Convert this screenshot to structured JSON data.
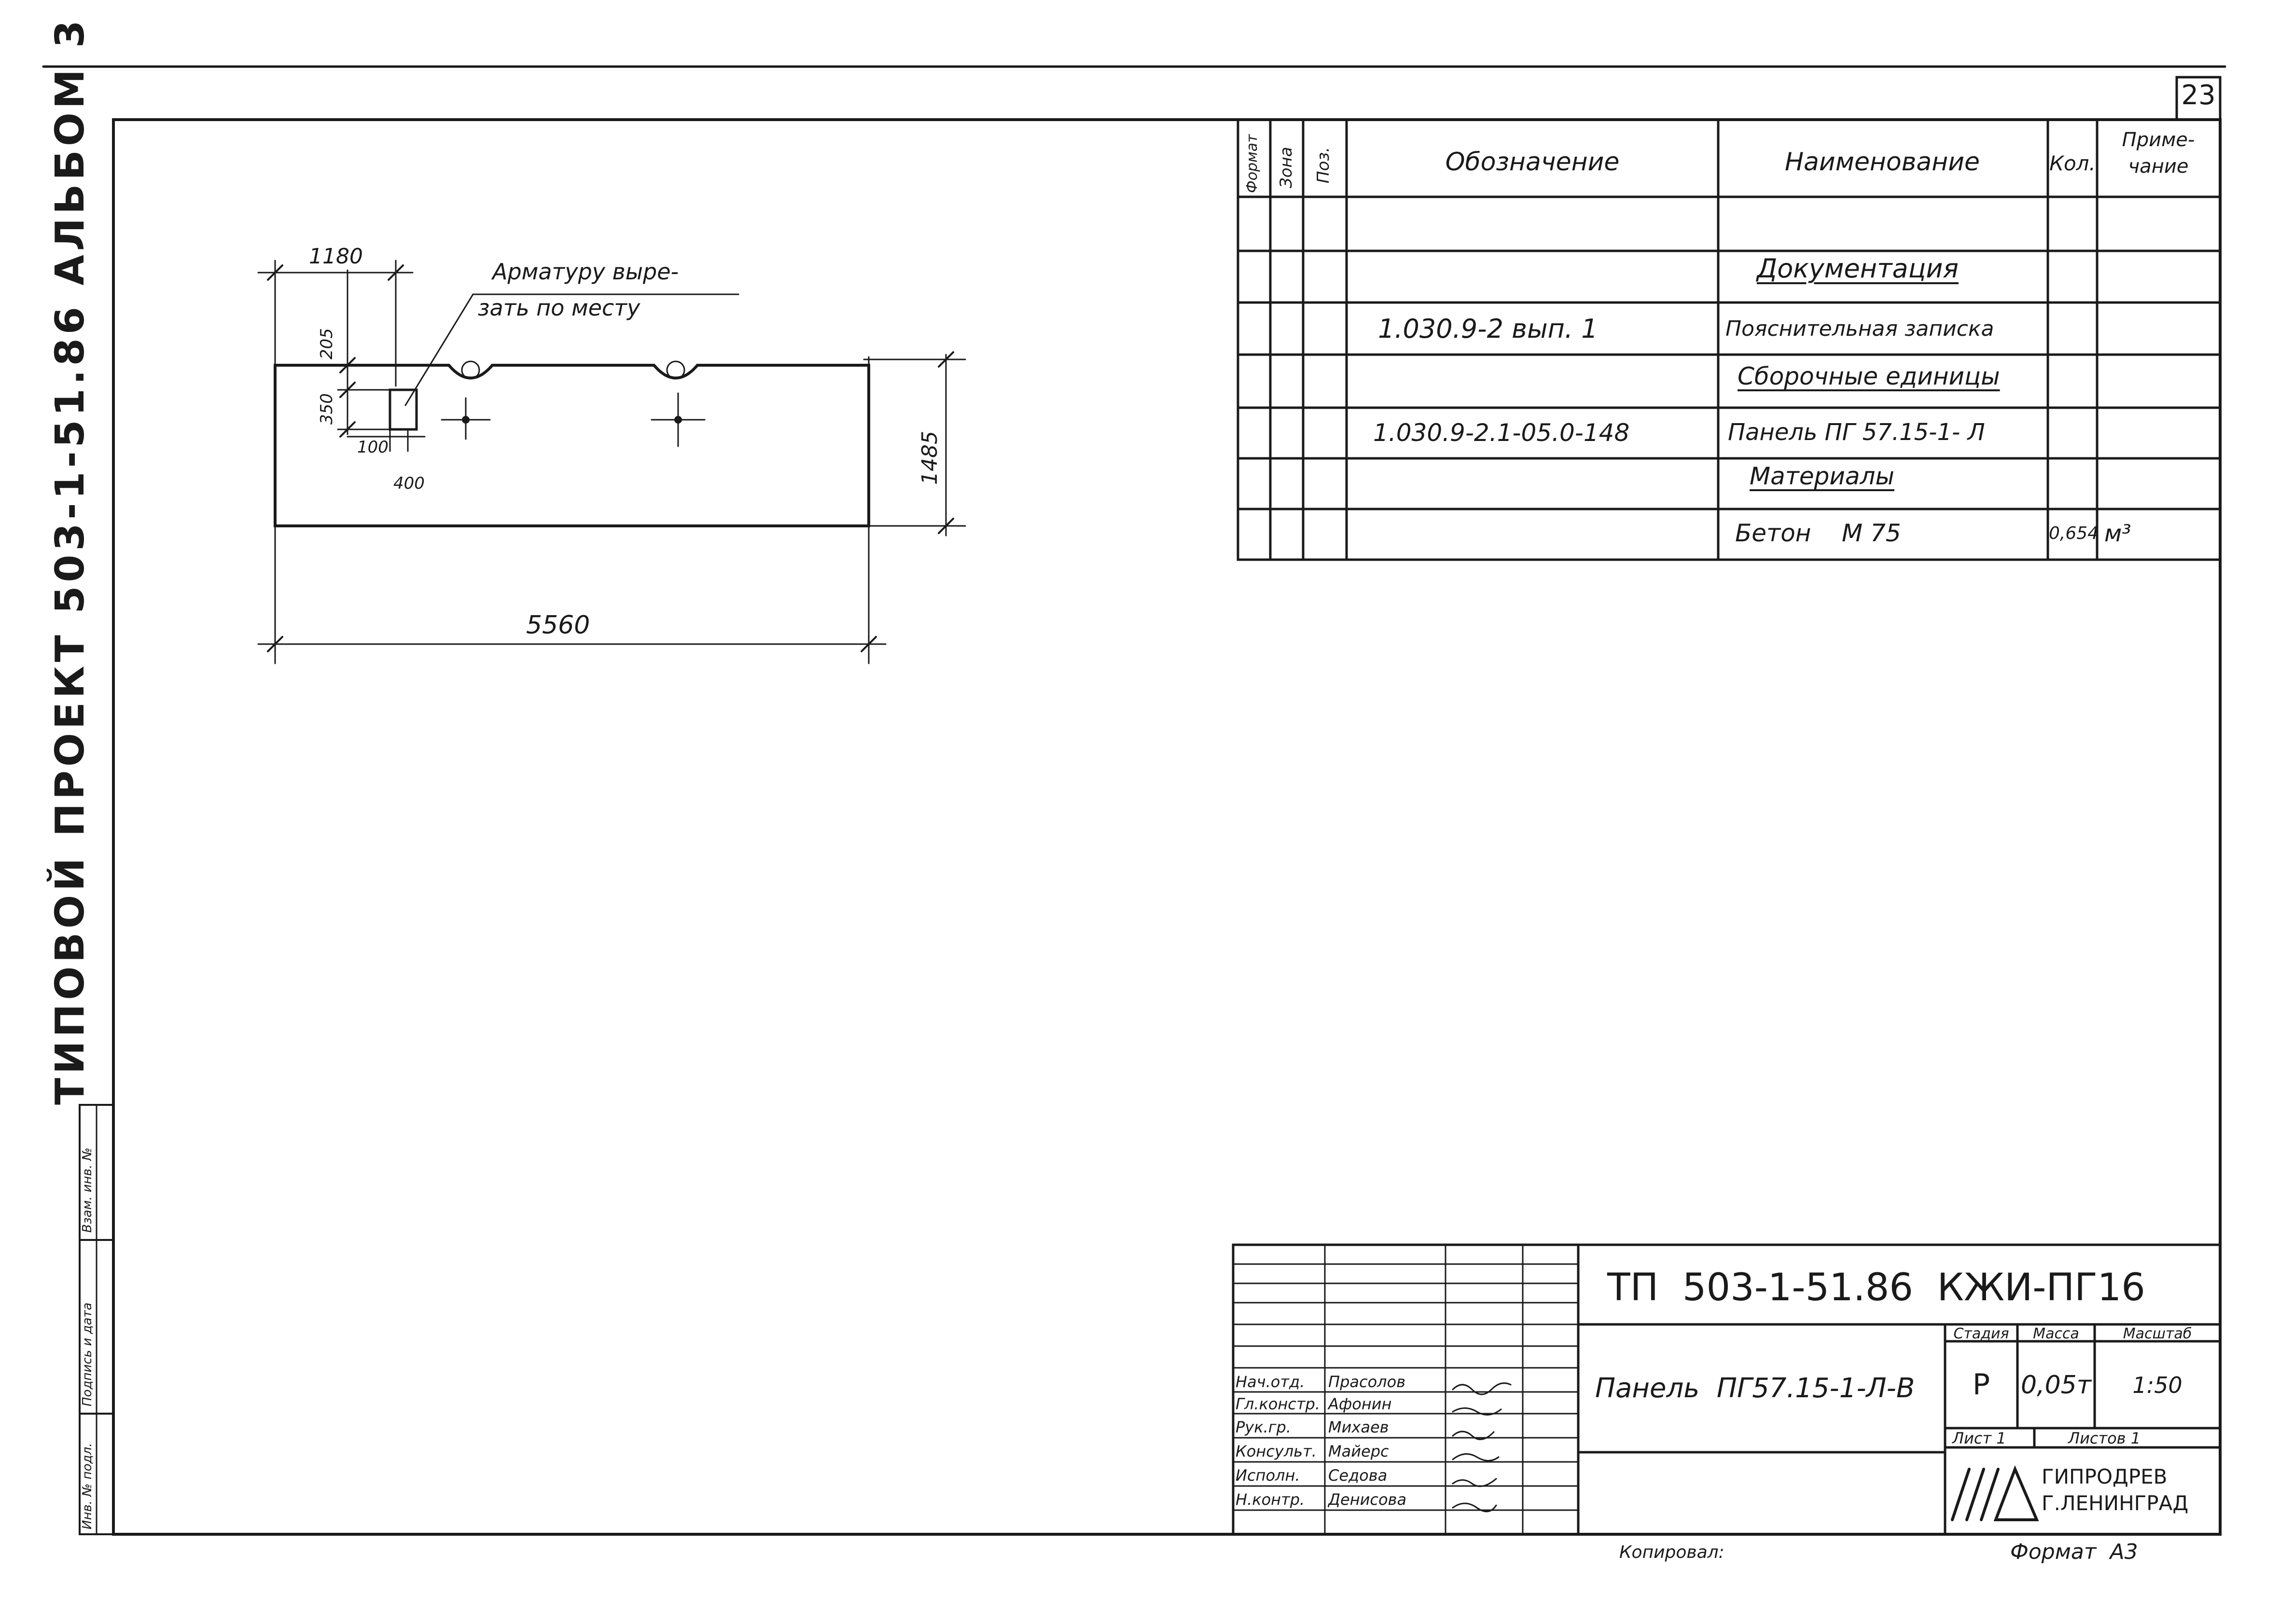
{
  "album_side": {
    "title": "ТИПОВОЙ ПРОЕКТ  503-1-51.86  АЛЬБОМ 3",
    "stamp_cells": [
      "Взам. инв. №",
      "Подпись и дата",
      "Инв. № подл."
    ]
  },
  "sheet_number": "23",
  "drawing": {
    "dim_top": "1180",
    "dim_205": "205",
    "dim_350": "350",
    "dim_100": "100",
    "dim_400": "400",
    "dim_height": "1485",
    "dim_length": "5560",
    "note_line1": "Арматуру выре-",
    "note_line2": "зать по месту"
  },
  "spec_table": {
    "headers": {
      "format": "Формат",
      "zone": "Зона",
      "pos": "Поз.",
      "designation": "Обозначение",
      "name": "Наименование",
      "qty": "Кол.",
      "note_line1": "Приме-",
      "note_line2": "чание"
    },
    "rows": [
      {
        "designation": "",
        "name": "",
        "qty": "",
        "note": "",
        "heading": false
      },
      {
        "designation": "",
        "name": "Документация",
        "qty": "",
        "note": "",
        "heading": true
      },
      {
        "designation": "1.030.9-2  вып. 1",
        "name": "Пояснительная записка",
        "qty": "",
        "note": "",
        "heading": false
      },
      {
        "designation": "",
        "name": "Сборочные единицы",
        "qty": "",
        "note": "",
        "heading": true
      },
      {
        "designation": "1.030.9-2.1-05.0-148",
        "name": "Панель ПГ 57.15-1- Л",
        "qty": "",
        "note": "",
        "heading": false
      },
      {
        "designation": "",
        "name": "Материалы",
        "qty": "",
        "note": "",
        "heading": true
      },
      {
        "designation": "",
        "name": "Бетон    М 75",
        "qty": "0,654",
        "note": "м³",
        "heading": false
      }
    ]
  },
  "title_block": {
    "code": "ТП  503-1-51.86  КЖИ-ПГ16",
    "description": "Панель  ПГ57.15-1-Л-В",
    "stage_label": "Стадия",
    "mass_label": "Масса",
    "scale_label": "Масштаб",
    "stage": "Р",
    "mass": "0,05т",
    "scale": "1:50",
    "sheet_label": "Лист 1",
    "sheets_label": "Листов 1",
    "org_line1": "ГИПРОДРЕВ",
    "org_line2": "Г.ЛЕНИНГРАД",
    "roles": [
      {
        "role": "Нач.отд.",
        "name": "Прасолов"
      },
      {
        "role": "Гл.констр.",
        "name": "Афонин"
      },
      {
        "role": "Рук.гр.",
        "name": "Михаев"
      },
      {
        "role": "Консульт.",
        "name": "Майерс"
      },
      {
        "role": "Исполн.",
        "name": "Седова"
      },
      {
        "role": "Н.контр.",
        "name": "Денисова"
      }
    ]
  },
  "footer": {
    "copied": "Копировал:",
    "format": "Формат  А3"
  }
}
